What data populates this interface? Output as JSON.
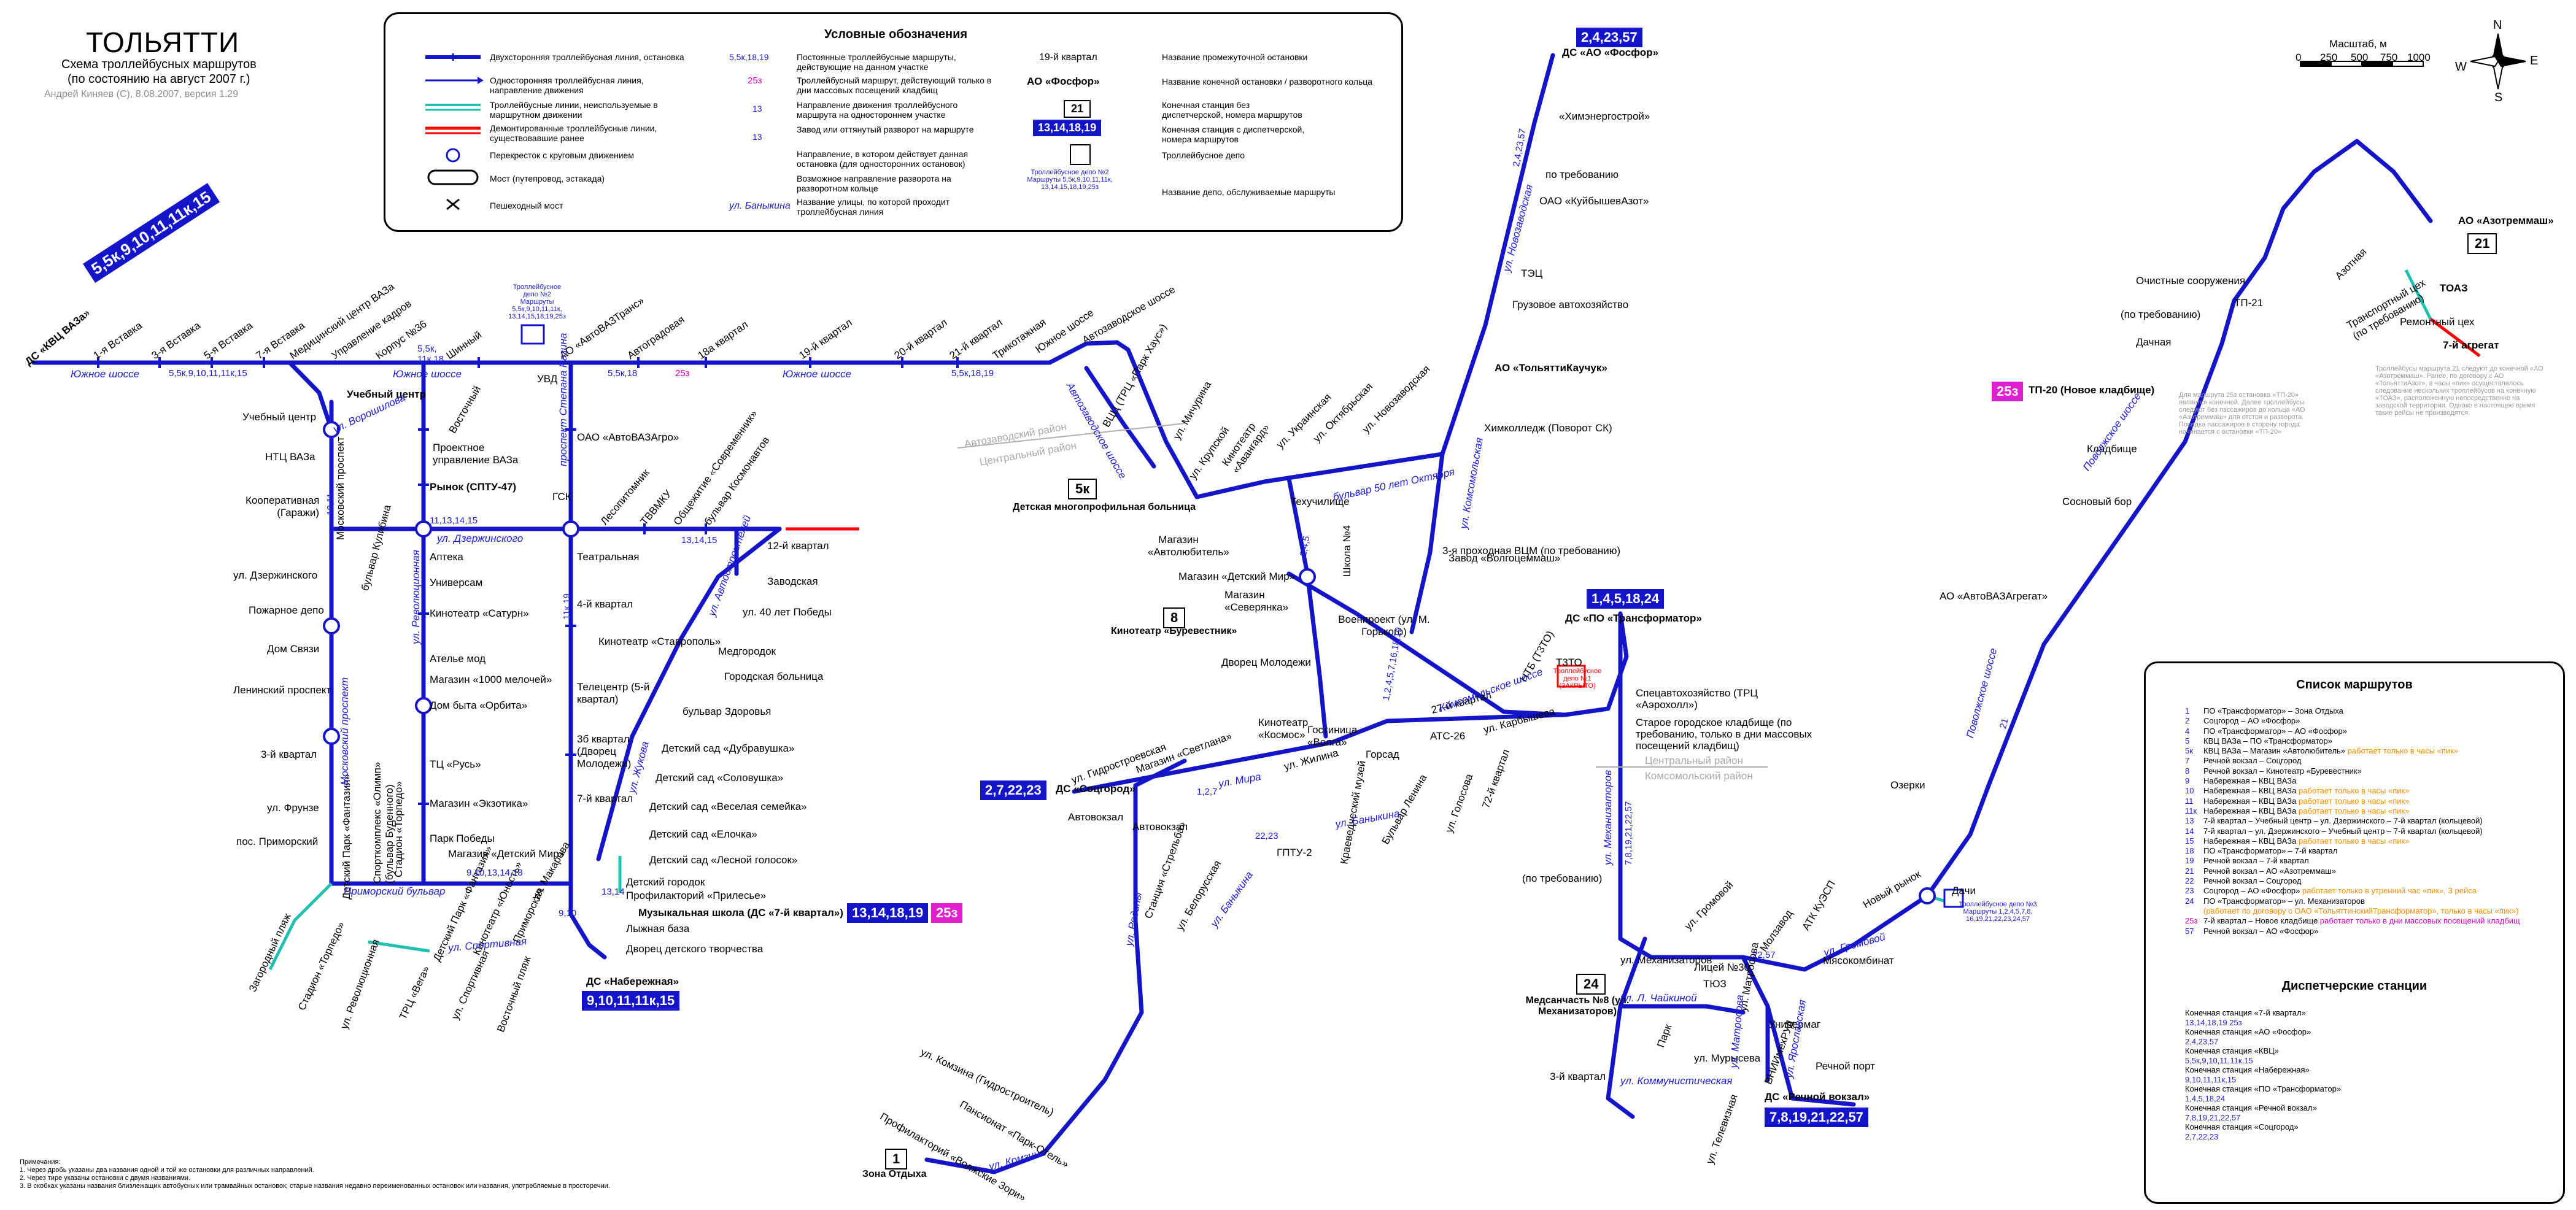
{
  "header": {
    "title": "ТОЛЬЯТТИ",
    "subtitle_1": "Схема троллейбусных маршрутов",
    "subtitle_2": "(по состоянию на август 2007 г.)",
    "author": "Андрей Киняев (С), 8.08.2007, версия 1.29"
  },
  "legend": {
    "heading": "Условные обозначения",
    "items_left": [
      "Двухсторонняя троллейбусная линия, остановка",
      "Односторонняя троллейбусная линия, направление движения",
      "Троллейбусные линии, неиспользуемые в маршрутном движении",
      "Демонтированные троллейбусные линии, существовавшие ранее",
      "Перекресток с круговым движением",
      "Мост (путепровод, эстакада)",
      "Пешеходный мост"
    ],
    "items_mid": [
      "Постоянные троллейбусные маршруты, действующие на данном участке",
      "Троллейбусный маршрут, действующий только в дни массовых посещений кладбищ",
      "Направление движения троллейбусного маршрута на одностороннем участке",
      "Завод или оттянутый разворот на маршруте",
      "Направление, в котором действует данная остановка (для односторонних остановок)",
      "Возможное направление разворота на разворотном кольце",
      "Название улицы, по которой проходит троллейбусная линия"
    ],
    "mid_labels": [
      "5,5к,18,19",
      "25з",
      "13",
      "13",
      "ул. Баныкина"
    ],
    "items_right": [
      "Название промежуточной остановки",
      "Название конечной остановки / разворотного кольца",
      "Конечная станция без диспетчерской, номера маршрутов",
      "Конечная станция с диспетчерской, номера маршрутов",
      "Троллейбусное депо",
      "Название депо, обслуживаемые маршруты"
    ],
    "right_samples": {
      "stop": "19-й квартал",
      "terminal": "АО «Фосфор»",
      "num": "21",
      "routes": "13,14,18,19",
      "depot": "Троллейбусное депо №2 Маршруты 5,5к,9,10,11,11к, 13,14,15,18,19,25з"
    }
  },
  "scale": {
    "label": "Масштаб, м",
    "ticks": [
      "0",
      "250",
      "500",
      "750",
      "1000"
    ]
  },
  "compass": {
    "n": "N",
    "s": "S",
    "e": "E",
    "w": "W"
  },
  "terminals": [
    {
      "id": "kvc",
      "text": "5,5к,9,10,11,11к,15"
    },
    {
      "id": "fosfor",
      "text": "2,4,23,57"
    },
    {
      "id": "transformator",
      "text": "1,4,5,18,24"
    },
    {
      "id": "sotsgorod",
      "text": "2,7,22,23"
    },
    {
      "id": "kvartal7",
      "text": "13,14,18,19"
    },
    {
      "id": "naberezhnaya",
      "text": "9,10,11,11к,15"
    },
    {
      "id": "rechnoy",
      "text": "7,8,19,21,22,57"
    },
    {
      "id": "azot",
      "text": "21"
    },
    {
      "id": "kin",
      "text": "5к"
    },
    {
      "id": "burev",
      "text": "8"
    },
    {
      "id": "med",
      "text": "24"
    },
    {
      "id": "otdyh",
      "text": "1"
    }
  ],
  "pink_boxes": [
    {
      "id": "k7",
      "text": "25з"
    },
    {
      "id": "tp20",
      "text": "25з"
    }
  ],
  "terminal_names": {
    "kvc": "ДС «КВЦ ВАЗа»",
    "fosfor": "ДС «АО «Фосфор»",
    "transformator": "ДС «ПО «Трансформатор»",
    "sotsgorod": "ДС «Соцгород»",
    "kvartal7": "Музыкальная школа (ДС «7-й квартал»)",
    "naberezhnaya": "ДС «Набережная»",
    "rechnoy": "ДС «Речной вокзал»",
    "azot": "АО «Азотреммаш»",
    "kin": "Детская многопрофильная больница",
    "burev": "Кинотеатр «Буревестник»",
    "med": "Медсанчасть №8 (ул. Механизаторов)",
    "otdyh": "Зона Отдыха",
    "tp20": "ТП-20 (Новое кладбище)",
    "tolkauch": "АО «ТольяттиКаучук»",
    "toaz": "ТОАЗ",
    "agregat": "7-й агрегат",
    "rynok": "Рынок (СПТУ-47)",
    "ucheb": "Учебный центр"
  },
  "stops": [
    "1-я Вставка",
    "3-я Вставка",
    "5-я Вставка",
    "7-я Вставка",
    "Медицинский центр ВАЗа",
    "Управление кадров",
    "Корпус №36",
    "Шинный",
    "Восточный",
    "УВД",
    "АО «АвтоВАЗТранс»",
    "Автоградовая",
    "18а квартал",
    "19-й квартал",
    "20-й квартал",
    "21-й квартал",
    "Трикотажная",
    "Южное шоссе",
    "Автозаводское шоссе",
    "ВЦЦ (ТРЦ «Парк Хаус»)",
    "Учебный центр",
    "НТЦ ВАЗа",
    "Кооперативная (Гаражи)",
    "Проектное управление ВАЗа",
    "Московский проспект",
    "бульвар Кулибина",
    "ул. Дзержинского",
    "Пожарное депо",
    "Дом Связи",
    "Ленинский проспект",
    "3-й квартал",
    "ул. Фрунзе",
    "пос. Приморский",
    "Аптека",
    "Универсам",
    "Кинотеатр «Сатурн»",
    "Ателье мод",
    "Магазин «1000 мелочей»",
    "Дом быта «Орбита»",
    "ТЦ «Русь»",
    "Магазин «Экзотика»",
    "Парк Победы",
    "Магазин «Детский Мир»",
    "ГСК",
    "ОАО «АвтоВАЗАгро»",
    "Театральная",
    "4-й квартал",
    "Кинотеатр «Ставрополь»",
    "Телецентр (5-й квартал)",
    "3б квартал (Дворец Молодежи)",
    "7-й квартал",
    "Профилакторий «Прилесье»",
    "Лыжная база",
    "Дворец детского творчества",
    "Детский городок",
    "Детский сад «Лесной голосок»",
    "Детский сад «Елочка»",
    "Детский сад «Веселая семейка»",
    "Детский сад «Соловушка»",
    "Детский сад «Дубравушка»",
    "бульвар Здоровья",
    "Медгородок",
    "Городская больница",
    "ул. 40 лет Победы",
    "Заводская",
    "12-й квартал",
    "Лесопитомник",
    "ТВВМКУ",
    "Общежитие «Современник»",
    "бульвар Космонавтов",
    "ул. Мичурина",
    "ул. Крупской",
    "Техучилище",
    "Кинотеатр «Авангард»",
    "ул. Украинская",
    "ул. Октябрьская",
    "ул. Новозаводская",
    "Химколледж (Поворот СК)",
    "Магазин «Автолюбитель»",
    "Магазин «Детский Мир»",
    "Магазин «Северянка»",
    "Дворец Молодежи",
    "Школа №4",
    "Гостиница «Волга»",
    "Военпроект (ул. М. Горького)",
    "Кинотеатр «Космос»",
    "Магазин «Светлана»",
    "ул. Гидростроевская",
    "Автовокзал",
    "Горсад",
    "ул. Жилина",
    "Станция «Стрельба»",
    "ул. Белорусская",
    "ул. Баныкина",
    "ГПТУ-2",
    "Краеведческий музей",
    "Бульвар Ленина",
    "ул. Голосова",
    "72-й квартал",
    "ул. Карбышева",
    "АТС-26",
    "27-й квартал",
    "Старое городское кладбище (по требованию, только в дни массовых посещений кладбищ)",
    "Спецавтохозяйство (ТРЦ «Аэрохолл»)",
    "Т3ТО",
    "НТБ (Т3ТО)",
    "3-я проходная ВЦМ (по требованию)",
    "Завод «Волгоцеммаш»",
    "Грузовое автохозяйство",
    "ТЭЦ",
    "ОАО «КуйбышевАзот»",
    "по требованию",
    "«Химэнергострой»",
    "Очистные сооружения",
    "ТП-21",
    "Азотная",
    "Ремонтный цех",
    "Транспортный цех (по требованию)",
    "(по требованию)",
    "Дачная",
    "Кладбище",
    "Сосновый бор",
    "АО «АвтоВАЗАгрегат»",
    "Озерки",
    "Дачи",
    "Мясокомбинат",
    "АТК КуЭСП",
    "Молзавод",
    "ул. Громовой",
    "Лицей №30",
    "ТЮЗ",
    "Парк",
    "ул. Мурысева",
    "Универмаг",
    "ВНИИмехРУД",
    "Речной порт",
    "3-й квартал",
    "ул. Матросова",
    "ул. Телевизная",
    "ул. Механизаторов",
    "Автовокзал",
    "Пансионат «Парк-Отель»",
    "Профилакторий «Волжские Зори»",
    "ул. Комзина (Гидростроитель)",
    "Загородный пляж",
    "Стадион «Торпедо»",
    "ул. Революционная",
    "ТРЦ «Вега»",
    "ул. Спортивная",
    "Восточный пляж",
    "Спорткомплекс «Олимп» (бульвар Буденного)",
    "Стадион «Торпедо»",
    "Детский Парк «Фантазия»",
    "Кинотеатр «Юность»",
    "Приморская",
    "ул. Макарова",
    "(по требованию)",
    "Детский Парк «Фантазия»"
  ],
  "streets": [
    "Южное шоссе",
    "Южное шоссе",
    "Южное шоссе",
    "ул. Ворошилова",
    "ул. Дзержинского",
    "Приморский бульвар",
    "ул. Спортивная",
    "Московский проспект",
    "ул. Революционная",
    "проспект Степана Разина",
    "ул. Автостроителей",
    "ул. Жукова",
    "Автозаводское шоссе",
    "бульвар 50 лет Октября",
    "ул. Мира",
    "ул. Баныкина",
    "ул. Родины",
    "ул. Комзина",
    "Комсомольское шоссе",
    "ул. Новозаводская",
    "ул. Механизаторов",
    "ул. Громовой",
    "Поволжское шоссе",
    "ул. Коммунистическая",
    "ул. Л. Чайкиной",
    "ул. Матросова",
    "ул. Ярославская",
    "Поволжское шоссе",
    "Новый рынок",
    "ул. Комсомольская"
  ],
  "route_labels": [
    "5,5к,9,10,11,11к,15",
    "5,5к, 11к,18",
    "5,5к,18,19",
    "25з",
    "5,5к,18",
    "13,14,15",
    "11,13,14,15",
    "9,10,13,14,18",
    "10,11",
    "11к,19",
    "2,4,23,57",
    "7,8,19,21,22,57",
    "1,2,4,5,7,16,18,19",
    "21",
    "22,23",
    "1,2,7",
    "22,57",
    "9,10",
    "13,14",
    "2,4,5"
  ],
  "districts": [
    "Автозаводский район",
    "Центральный район",
    "Центральный район",
    "Комсомольский район"
  ],
  "depots": [
    {
      "id": "d2",
      "text": "Троллейбусное депо №2 Маршруты 5,5к,9,10,11,11к, 13,14,15,18,19,25з"
    },
    {
      "id": "d3",
      "text": "Троллейбусное депо №3 Маршруты 1,2,4,5,7,8, 16,19,21,22,23,24,57"
    },
    {
      "id": "d1",
      "text": "Троллейбусное депо №1 (ЗАКРЫТО)"
    }
  ],
  "right_notes": {
    "tp20": "Для маршрута 25з остановка «ТП-20» является конечной. Далее троллейбусы следуют без пассажиров до кольца «АО «Азотреммаш» для отстоя и разворота. Посадка пассажиров в сторону города начинается с остановки «ТП-20»",
    "azot": "Троллейбусы маршрута 21 следуют до конечной «АО «Азотреммаш». Ранее, по договору с АО «ТольяттиАзот», в часы «пик» осуществлялось следование нескольких троллейбусов на конечную «ТОАЗ», расположенную непосредственно на заводской территории. Однако в настоящее время такие рейсы не производятся."
  },
  "route_list": {
    "heading": "Список маршрутов",
    "rows": [
      {
        "n": "1",
        "t": "ПО «Трансформатор» – Зона Отдыха",
        "note": ""
      },
      {
        "n": "2",
        "t": "Соцгород – АО «Фосфор»",
        "note": ""
      },
      {
        "n": "4",
        "t": "ПО «Трансформатор» – АО «Фосфор»",
        "note": ""
      },
      {
        "n": "5",
        "t": "КВЦ ВАЗа – ПО «Трансформатор»",
        "note": ""
      },
      {
        "n": "5к",
        "t": "КВЦ ВАЗа – Магазин «Автолюбитель»",
        "note": "работает только в часы «пик»"
      },
      {
        "n": "7",
        "t": "Речной вокзал – Соцгород",
        "note": ""
      },
      {
        "n": "8",
        "t": "Речной вокзал – Кинотеатр «Буревестник»",
        "note": ""
      },
      {
        "n": "9",
        "t": "Набережная – КВЦ ВАЗа",
        "note": ""
      },
      {
        "n": "10",
        "t": "Набережная – КВЦ ВАЗа",
        "note": "работает только в часы «пик»"
      },
      {
        "n": "11",
        "t": "Набережная – КВЦ ВАЗа",
        "note": "работает только в часы «пик»"
      },
      {
        "n": "11к",
        "t": "Набережная – КВЦ ВАЗа",
        "note": "работает только в часы «пик»"
      },
      {
        "n": "13",
        "t": "7-й квартал – Учебный центр – ул. Дзержинского – 7-й квартал (кольцевой)",
        "note": ""
      },
      {
        "n": "14",
        "t": "7-й квартал – ул. Дзержинского – Учебный центр – 7-й квартал (кольцевой)",
        "note": ""
      },
      {
        "n": "15",
        "t": "Набережная – КВЦ ВАЗа",
        "note": "работает только в часы «пик»"
      },
      {
        "n": "18",
        "t": "ПО «Трансформатор» – 7-й квартал",
        "note": ""
      },
      {
        "n": "19",
        "t": "Речной вокзал – 7-й квартал",
        "note": ""
      },
      {
        "n": "21",
        "t": "Речной вокзал – АО «Азотреммаш»",
        "note": ""
      },
      {
        "n": "22",
        "t": "Речной вокзал – Соцгород",
        "note": ""
      },
      {
        "n": "23",
        "t": "Соцгород – АО «Фосфор»",
        "note": "работает только в утренний час «пик», 3 рейса"
      },
      {
        "n": "24",
        "t": "ПО «Трансформатор» – ул. Механизаторов",
        "note": ""
      },
      {
        "n": "",
        "t": "(работает по договору с ОАО «ТольяттинскийТрансформатор», только в часы «пик»)",
        "note": ""
      },
      {
        "n": "25з",
        "t": "7-й квартал – Новое кладбище",
        "note": "работает только в дни массовых посещений кладбищ"
      },
      {
        "n": "57",
        "t": "Речной вокзал – АО «Фосфор»",
        "note": ""
      }
    ]
  },
  "dispatch": {
    "heading": "Диспетчерские станции",
    "rows": [
      {
        "t": "Конечная станция «7-й квартал»",
        "r": "13,14,18,19 25з"
      },
      {
        "t": "Конечная станция «АО «Фосфор»",
        "r": "2,4,23,57"
      },
      {
        "t": "Конечная станция «КВЦ»",
        "r": "5,5к,9,10,11,11к,15"
      },
      {
        "t": "Конечная станция «Набережная»",
        "r": "9,10,11,11к,15"
      },
      {
        "t": "Конечная станция «ПО «Трансформатор»",
        "r": "1,4,5,18,24"
      },
      {
        "t": "Конечная станция «Речной вокзал»",
        "r": "7,8,19,21,22,57"
      },
      {
        "t": "Конечная станция «Соцгород»",
        "r": "2,7,22,23"
      }
    ]
  },
  "footnotes": [
    "Примечания:",
    "1. Через дробь указаны два названия одной и той же остановки для различных направлений.",
    "2. Через тире указаны остановки с двумя названиями.",
    "3. В скобках указаны названия близлежащих автобусных или трамвайных остановок; старые названия недавно переименованных остановок или названия, употребляемые в просторечии."
  ],
  "colors": {
    "line": "#1414c8",
    "unused": "#20c0b0",
    "removed": "#ff0000",
    "pink": "#e020d0",
    "gray": "#a9a9a9"
  }
}
